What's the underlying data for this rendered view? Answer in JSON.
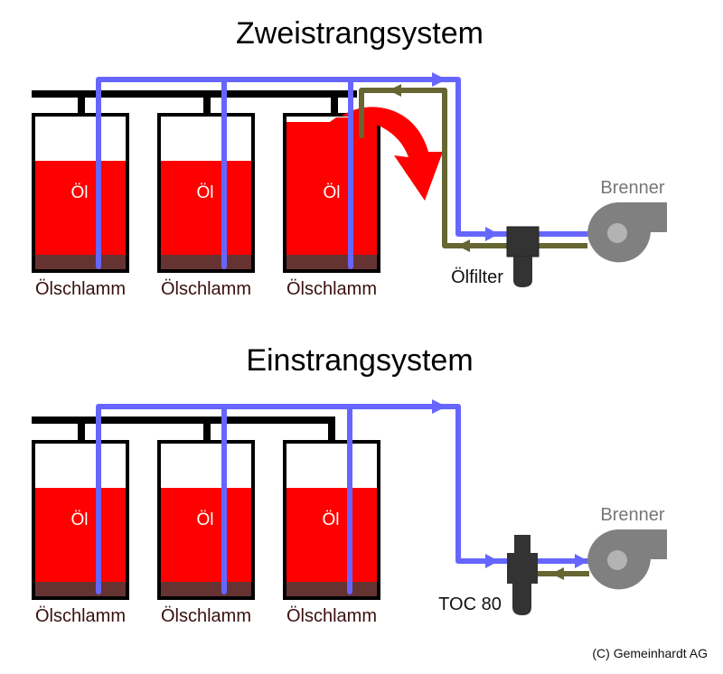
{
  "colors": {
    "oil": "#ff0000",
    "sludge": "#663333",
    "supply_line": "#6666ff",
    "return_line": "#666633",
    "manifold": "#000000",
    "filter": "#333333",
    "burner": "#808080",
    "burner_hub": "#b3b3b3"
  },
  "top": {
    "title": "Zweistrangsystem",
    "tanks": [
      {
        "fill_label": "Öl",
        "sludge_label": "Ölschlamm"
      },
      {
        "fill_label": "Öl",
        "sludge_label": "Ölschlamm"
      },
      {
        "fill_label": "Öl",
        "sludge_label": "Ölschlamm"
      }
    ],
    "filter_label": "Ölfilter",
    "burner_label": "Brenner"
  },
  "bottom": {
    "title": "Einstrangsystem",
    "tanks": [
      {
        "fill_label": "Öl",
        "sludge_label": "Ölschlamm"
      },
      {
        "fill_label": "Öl",
        "sludge_label": "Ölschlamm"
      },
      {
        "fill_label": "Öl",
        "sludge_label": "Ölschlamm"
      }
    ],
    "filter_label": "TOC 80",
    "burner_label": "Brenner"
  },
  "copyright": "(C) Gemeinhardt AG"
}
